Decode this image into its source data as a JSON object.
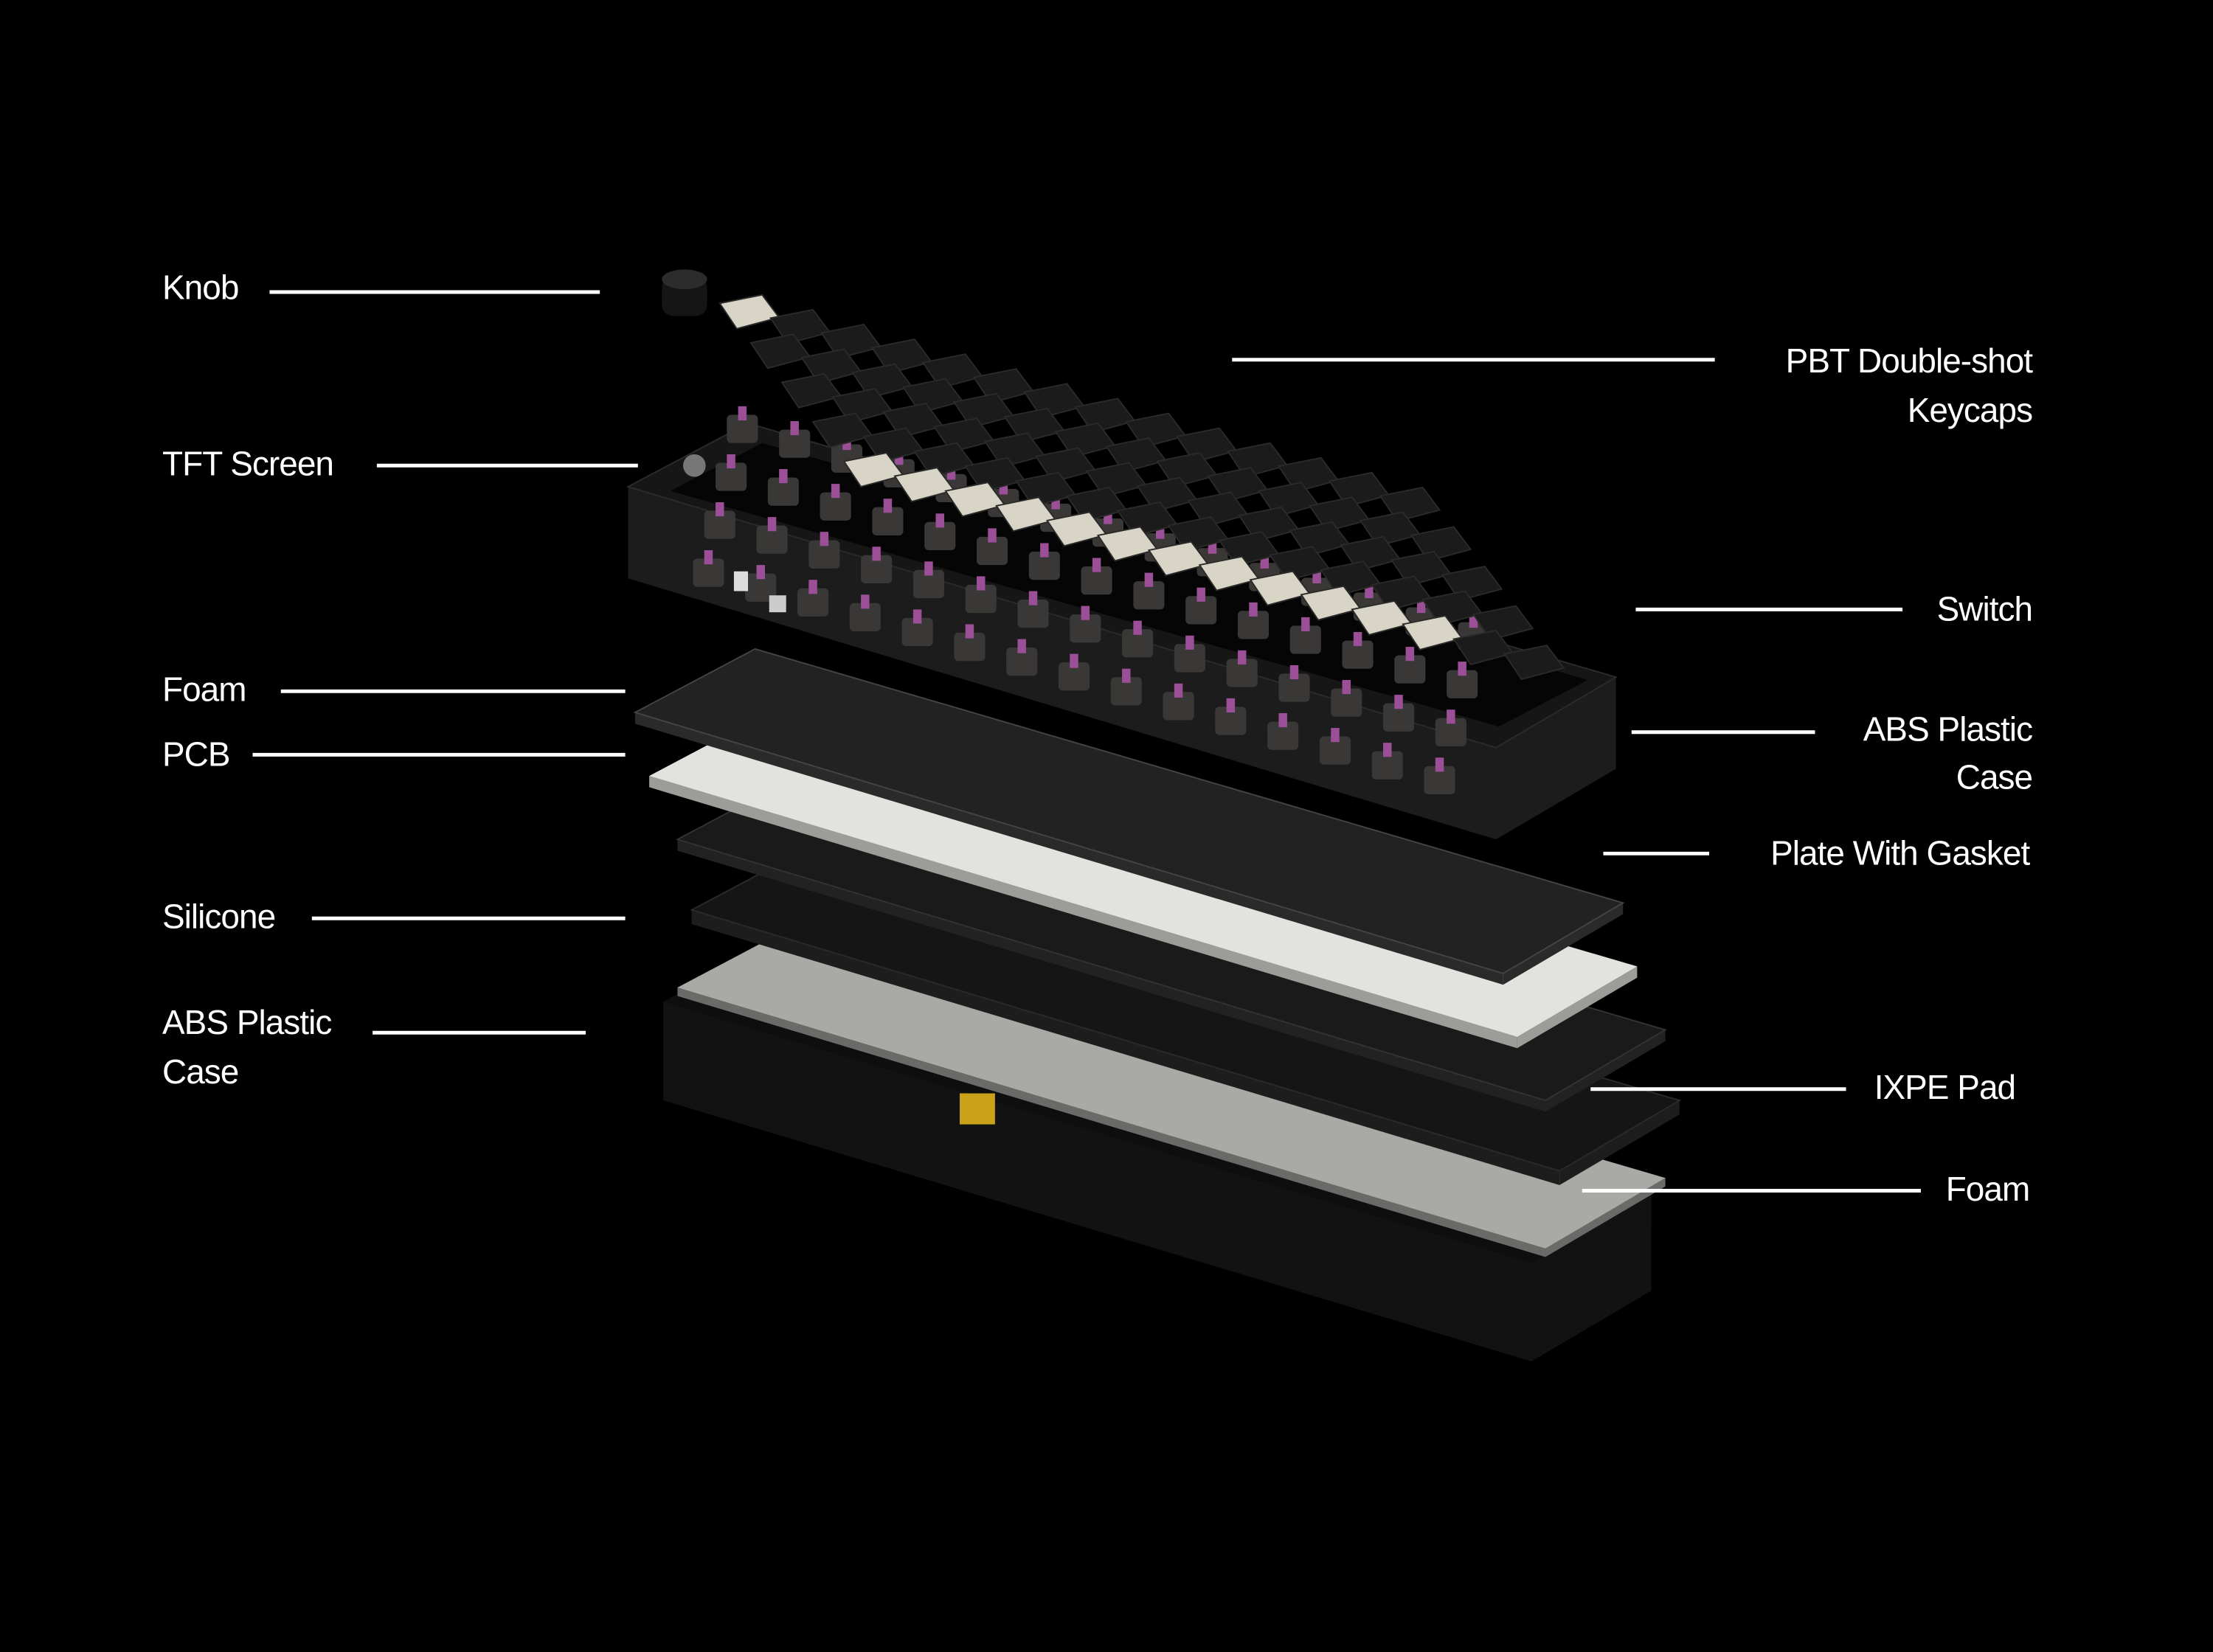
{
  "diagram": {
    "left_labels": [
      {
        "id": "knob",
        "lines": [
          "Knob"
        ]
      },
      {
        "id": "tft-screen",
        "lines": [
          "TFT Screen"
        ]
      },
      {
        "id": "foam-top",
        "lines": [
          "Foam"
        ]
      },
      {
        "id": "pcb",
        "lines": [
          "PCB"
        ]
      },
      {
        "id": "silicone",
        "lines": [
          "Silicone"
        ]
      },
      {
        "id": "abs-case-bottom",
        "lines": [
          "ABS Plastic",
          "Case"
        ]
      }
    ],
    "right_labels": [
      {
        "id": "keycaps",
        "lines": [
          "PBT Double-shot",
          "Keycaps"
        ]
      },
      {
        "id": "switch",
        "lines": [
          "Switch"
        ]
      },
      {
        "id": "abs-case-top",
        "lines": [
          "ABS Plastic",
          "Case"
        ]
      },
      {
        "id": "plate",
        "lines": [
          "Plate With Gasket"
        ]
      },
      {
        "id": "ixpe-pad",
        "lines": [
          "IXPE Pad"
        ]
      },
      {
        "id": "foam-bottom",
        "lines": [
          "Foam"
        ]
      }
    ],
    "colors": {
      "background": "#000000",
      "label": "#ffffff",
      "switch_stem": "#9b4f96",
      "keycap_dark": "#1b1b1b",
      "keycap_light": "#d8d4c6"
    }
  }
}
